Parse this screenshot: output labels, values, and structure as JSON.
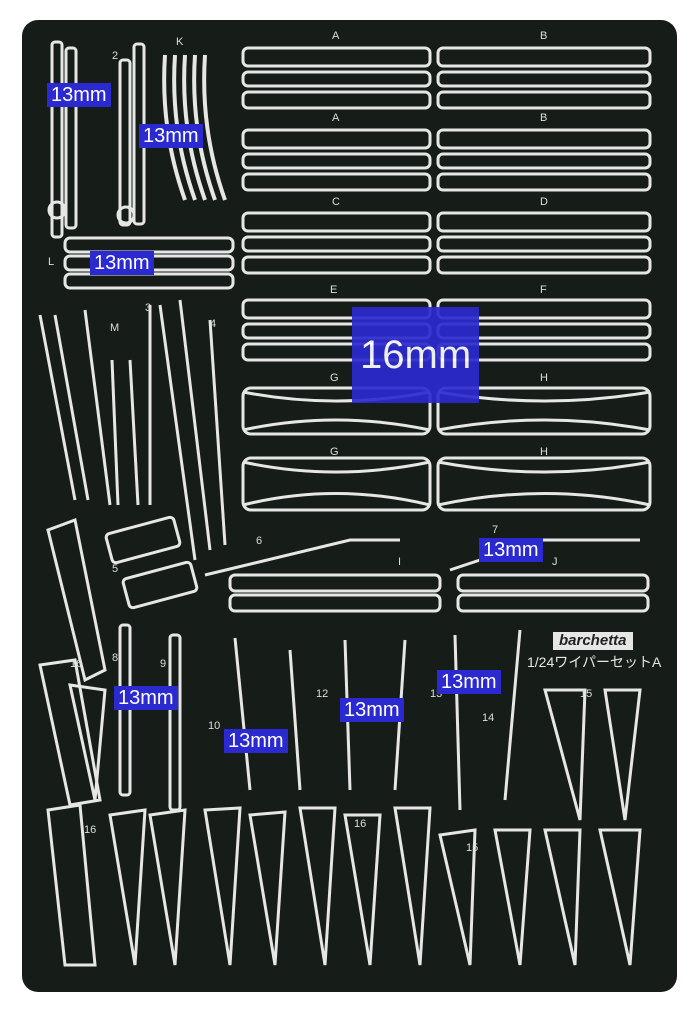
{
  "sheet": {
    "brand": "barchetta",
    "kit_name": "1/24ワイパーセットA"
  },
  "part_labels": [
    "2",
    "K",
    "A",
    "B",
    "A",
    "B",
    "C",
    "D",
    "L",
    "E",
    "F",
    "3",
    "M",
    "4",
    "G",
    "H",
    "G",
    "H",
    "6",
    "7",
    "I",
    "J",
    "5",
    "16",
    "8",
    "9",
    "10",
    "12",
    "13",
    "14",
    "15",
    "16",
    "16",
    "15"
  ],
  "size_tags": [
    "13mm",
    "13mm",
    "13mm",
    "16mm",
    "13mm",
    "13mm",
    "13mm",
    "13mm",
    "13mm"
  ]
}
